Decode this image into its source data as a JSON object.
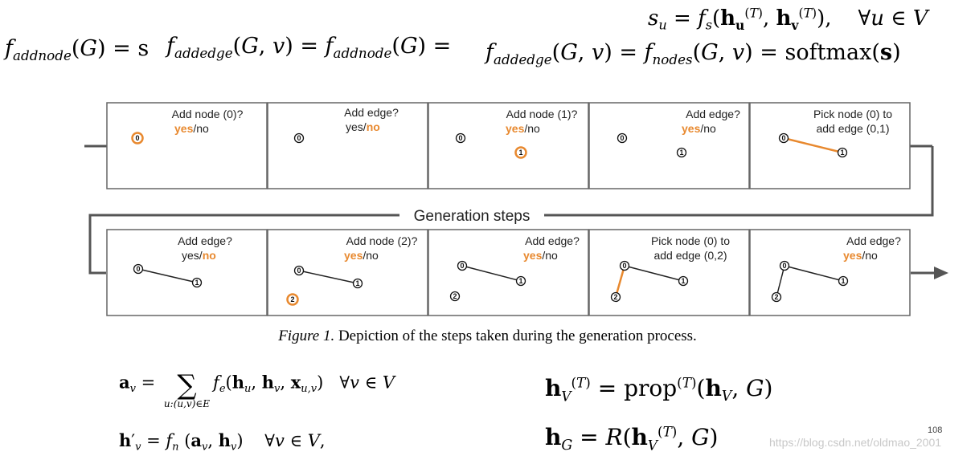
{
  "top_equations": {
    "su": "s_u = f_s(h_u^(T), h_v^(T)),   ∀u ∈ V",
    "addnode_fragment": "f_addnode(G) = s",
    "addedge_1": "f_addedge(G, v) = f_addnode(G) =",
    "addedge_2": "f_addedge(G, v) = f_nodes(G, v) = softmax(s)"
  },
  "figure": {
    "row_label": "Generation steps",
    "caption_prefix": "Figure 1.",
    "caption_text": "Depiction of the steps taken during the generation process.",
    "steps": [
      {
        "q": "Add node (0)?",
        "ans_yes": "yes",
        "sep": "/",
        "ans_no": "no",
        "hl": "yes"
      },
      {
        "q": "Add edge?",
        "ans_yes": "yes",
        "sep": "/",
        "ans_no": "no",
        "hl": "no"
      },
      {
        "q": "Add node (1)?",
        "ans_yes": "yes",
        "sep": "/",
        "ans_no": "no",
        "hl": "yes"
      },
      {
        "q": "Add edge?",
        "ans_yes": "yes",
        "sep": "/",
        "ans_no": "no",
        "hl": "yes"
      },
      {
        "q": "Pick node (0) to",
        "q2": "add edge (0,1)"
      },
      {
        "q": "Add edge?",
        "ans_yes": "yes",
        "sep": "/",
        "ans_no": "no",
        "hl": "no"
      },
      {
        "q": "Add node (2)?",
        "ans_yes": "yes",
        "sep": "/",
        "ans_no": "no",
        "hl": "yes"
      },
      {
        "q": "Add edge?",
        "ans_yes": "yes",
        "sep": "/",
        "ans_no": "no",
        "hl": "yes"
      },
      {
        "q": "Pick node (0) to",
        "q2": "add edge (0,2)"
      },
      {
        "q": "Add edge?",
        "ans_yes": "yes",
        "sep": "/",
        "ans_no": "no",
        "hl": "yes"
      }
    ],
    "node_labels": [
      "0",
      "1",
      "2"
    ]
  },
  "bottom_equations": {
    "av": "a_v = Σ_{u:(u,v)∈E} f_e(h_u, h_v, x_{u,v})   ∀v ∈ V",
    "hv_prime": "h'_v = f_n(a_v, h_v)   ∀v ∈ V,",
    "hV": "h_V^(T) = prop^(T)(h_V, G)",
    "hG": "h_G = R(h_V^(T), G)"
  },
  "page_number": "108",
  "watermark": "https://blog.csdn.net/oldmao_2001",
  "colors": {
    "accent": "#e8892f",
    "line": "#555555"
  }
}
